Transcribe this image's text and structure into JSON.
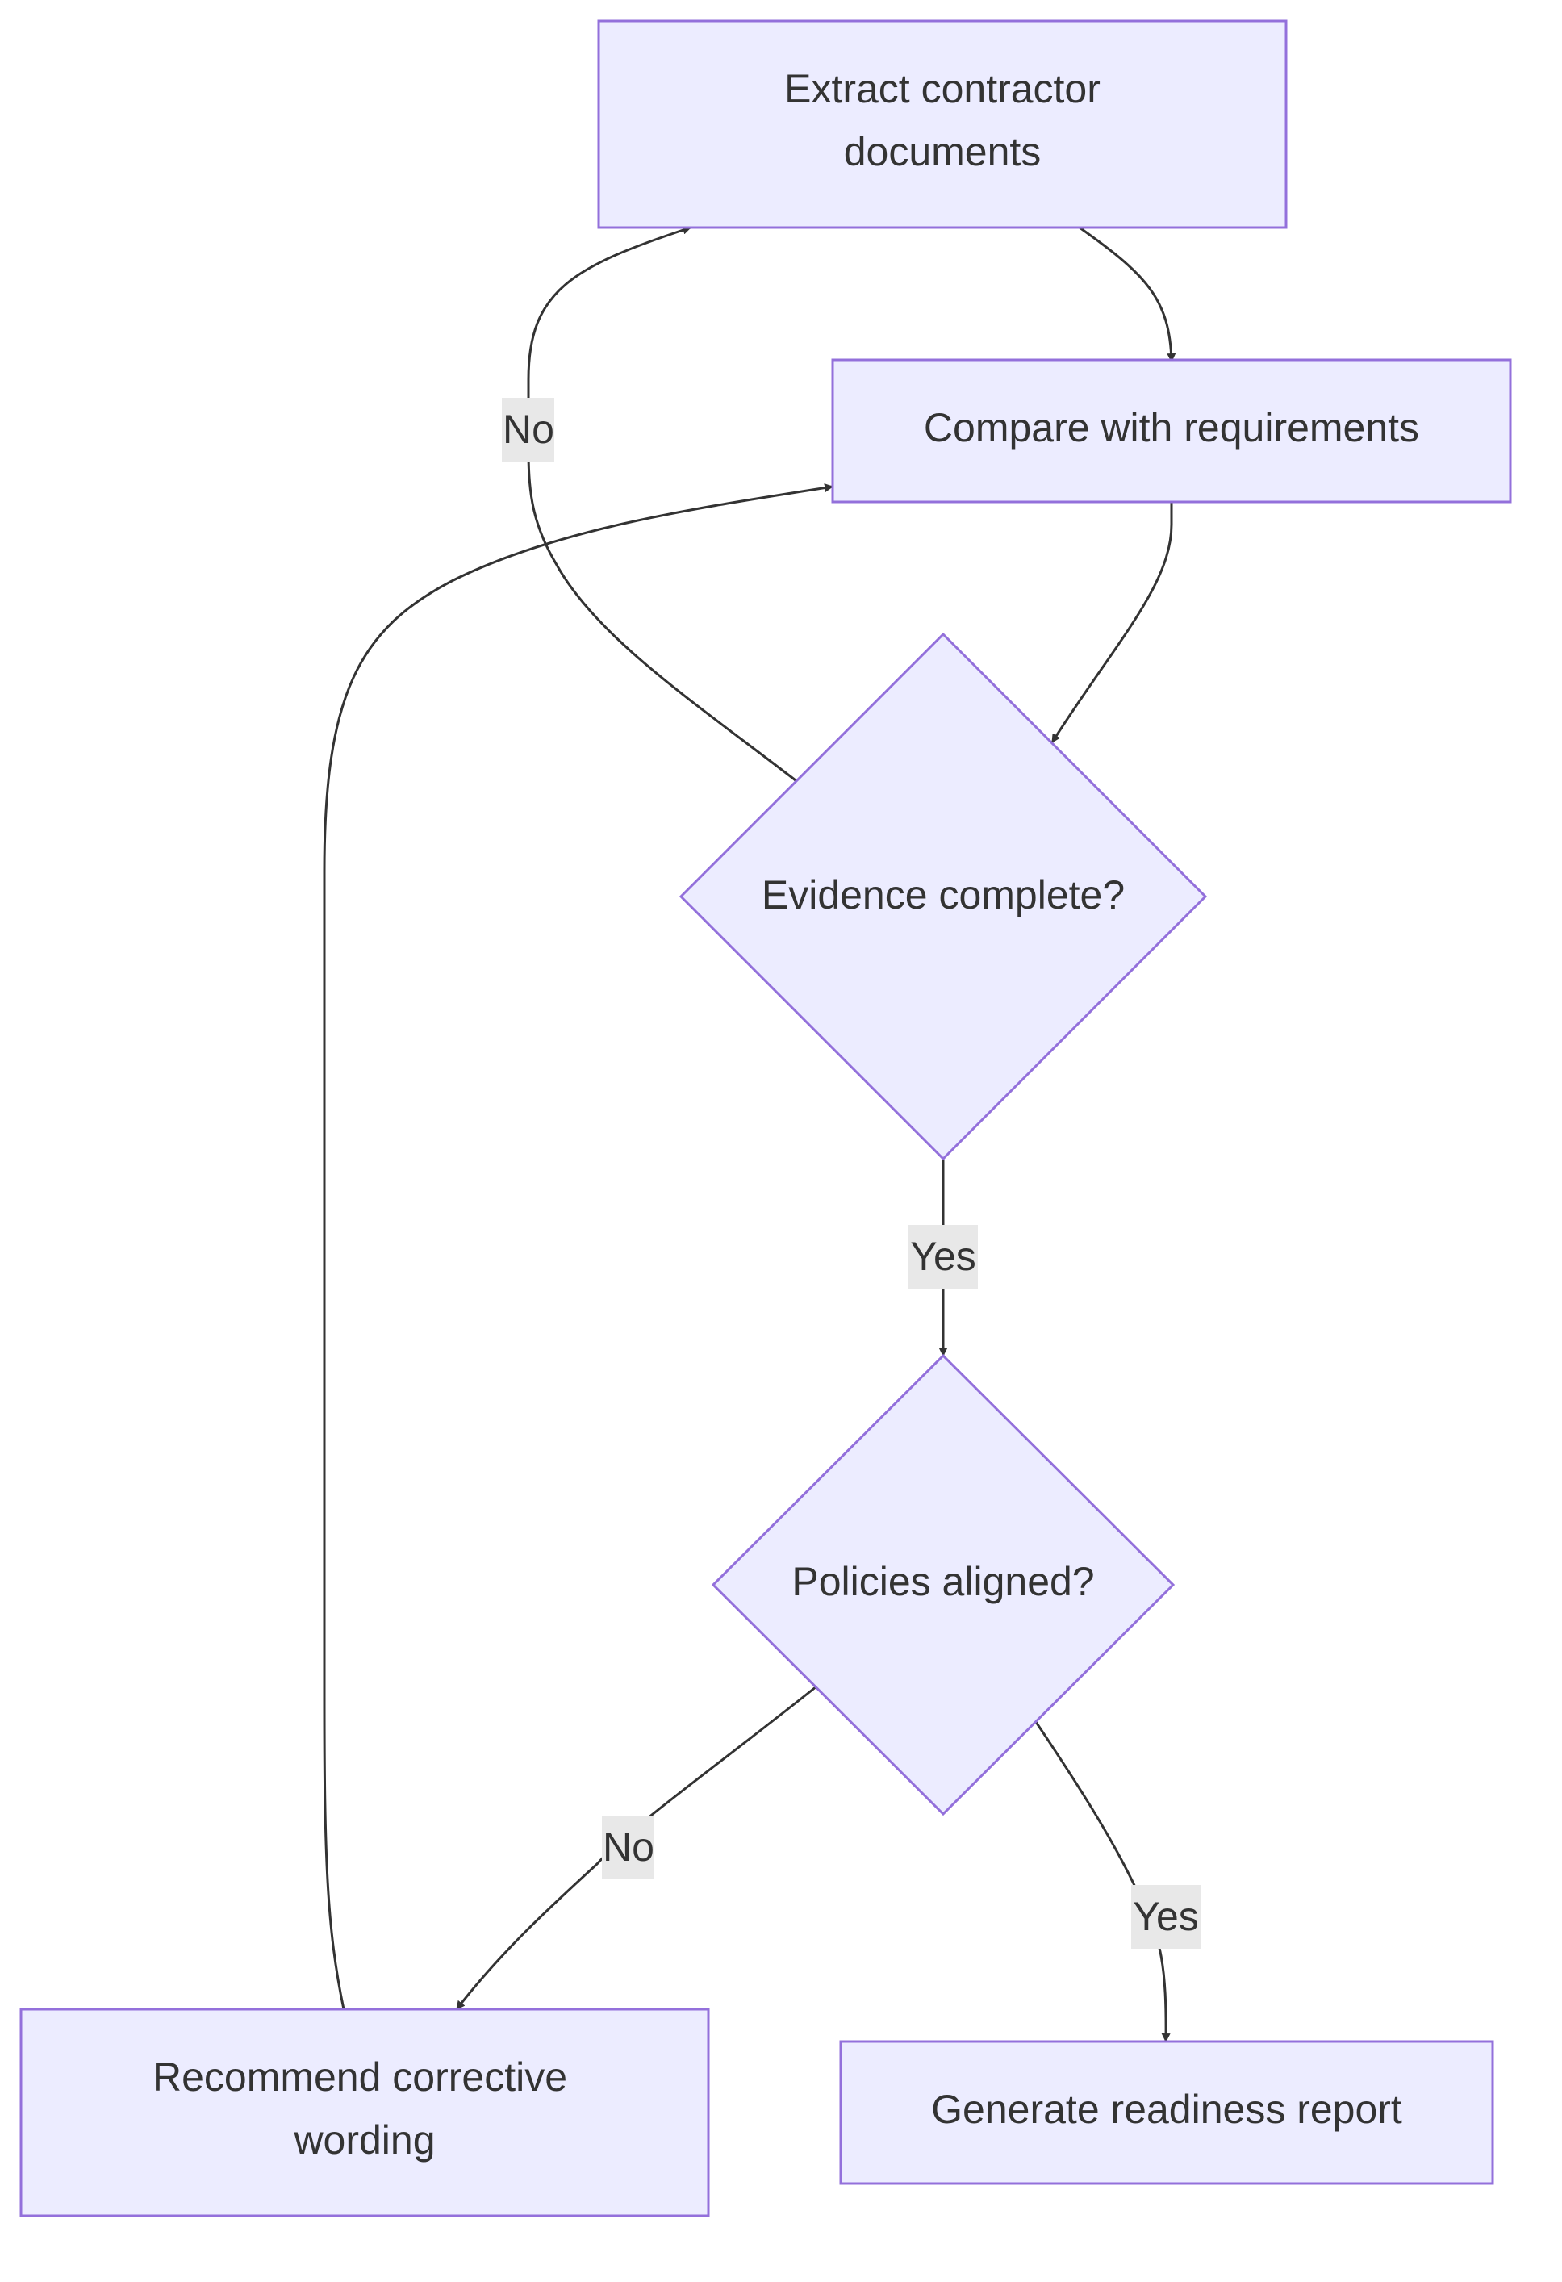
{
  "colors": {
    "node_fill": "#ECECFF",
    "node_stroke": "#9370DB",
    "edge": "#333333",
    "text": "#333333",
    "label_background": "#E8E8E8"
  },
  "nodes": {
    "extract": {
      "line1": "Extract contractor",
      "line2": "documents"
    },
    "compare": {
      "label": "Compare with requirements"
    },
    "evidence": {
      "label": "Evidence complete?"
    },
    "policies": {
      "label": "Policies aligned?"
    },
    "recommend": {
      "line1": "Recommend corrective",
      "line2": "wording"
    },
    "report": {
      "label": "Generate readiness report"
    }
  },
  "edges": {
    "extract_to_compare": {
      "from": "extract",
      "to": "compare",
      "label": ""
    },
    "compare_to_evidence": {
      "from": "compare",
      "to": "evidence",
      "label": ""
    },
    "evidence_no": {
      "from": "evidence",
      "to": "extract",
      "label": "No"
    },
    "evidence_yes": {
      "from": "evidence",
      "to": "policies",
      "label": "Yes"
    },
    "policies_no": {
      "from": "policies",
      "to": "recommend",
      "label": "No"
    },
    "policies_yes": {
      "from": "policies",
      "to": "report",
      "label": "Yes"
    },
    "recommend_to_compare": {
      "from": "recommend",
      "to": "compare",
      "label": ""
    }
  }
}
